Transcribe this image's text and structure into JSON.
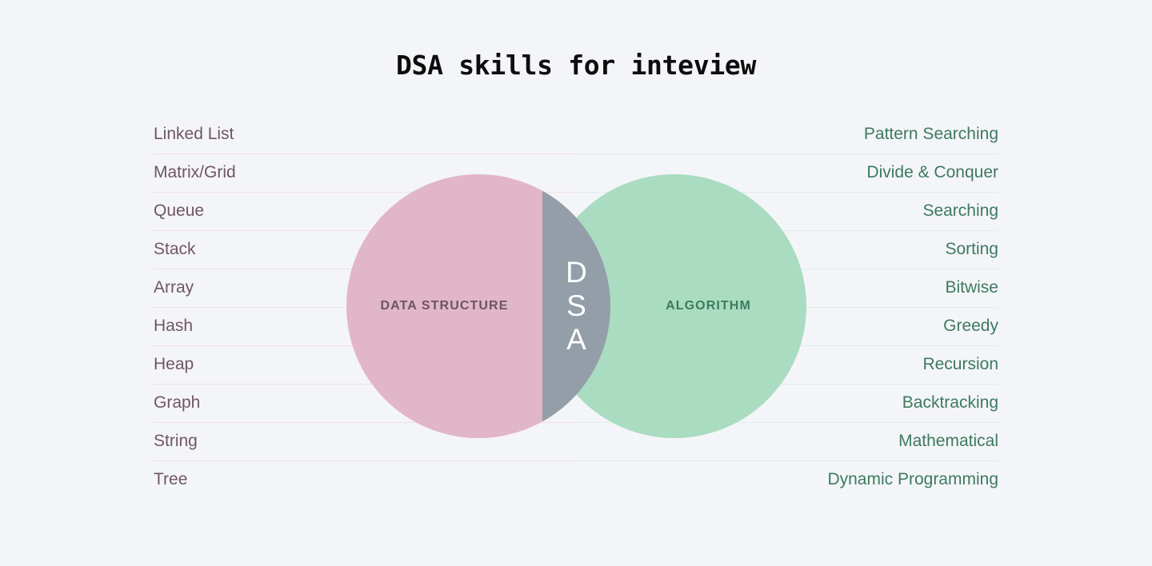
{
  "page": {
    "title": "DSA skills for inteview",
    "background_color": "#f4f5f9"
  },
  "venn": {
    "left_circle": {
      "label": "DATA STRUCTURE",
      "fill_color": "#e1b6c7",
      "text_color": "#6c5560"
    },
    "right_circle": {
      "label": "ALGORITHM",
      "fill_color": "#a9dcc1",
      "text_color": "#3d7a5e"
    },
    "intersection": {
      "letters": [
        "D",
        "S",
        "A"
      ],
      "fill_color": "#939ea8",
      "text_color": "#ffffff"
    }
  },
  "lists": {
    "left": {
      "text_color": "#6f5762",
      "divider_color": "#f0dfe7",
      "items": [
        "Linked List",
        "Matrix/Grid",
        "Queue",
        "Stack",
        "Array",
        "Hash",
        "Heap",
        "Graph",
        "String",
        "Tree"
      ]
    },
    "right": {
      "text_color": "#3d7a5e",
      "divider_color": "#dfeee6",
      "items": [
        "Pattern Searching",
        "Divide & Conquer",
        "Searching",
        "Sorting",
        "Bitwise",
        "Greedy",
        "Recursion",
        "Backtracking",
        "Mathematical",
        "Dynamic Programming"
      ]
    }
  }
}
